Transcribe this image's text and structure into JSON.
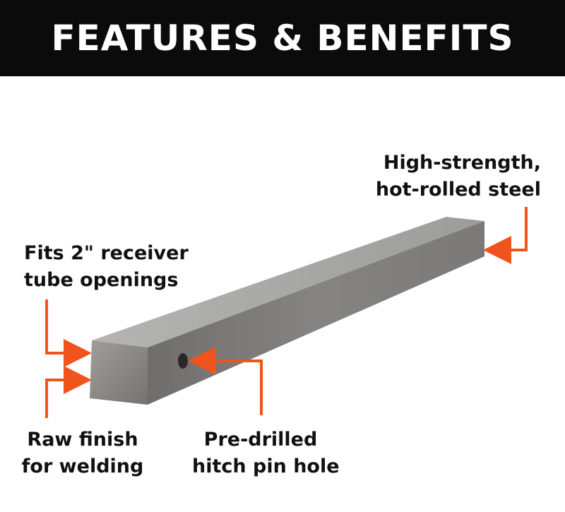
{
  "header": {
    "title": "FEATURES & BENEFITS"
  },
  "callouts": {
    "steel": {
      "line1": "High-strength,",
      "line2": "hot-rolled steel"
    },
    "fits": {
      "line1": "Fits 2\" receiver",
      "line2": "tube openings"
    },
    "raw": {
      "line1": "Raw finish",
      "line2": "for welding"
    },
    "hole": {
      "line1": "Pre-drilled",
      "line2": "hitch pin hole"
    }
  },
  "colors": {
    "header_bg": "#0b0b0b",
    "header_text": "#ffffff",
    "arrow": "#f0541c",
    "label_text": "#111111",
    "steel_top": "#a8a8a8",
    "steel_side": "#7c7b7a",
    "steel_end": "#8d8b88"
  }
}
